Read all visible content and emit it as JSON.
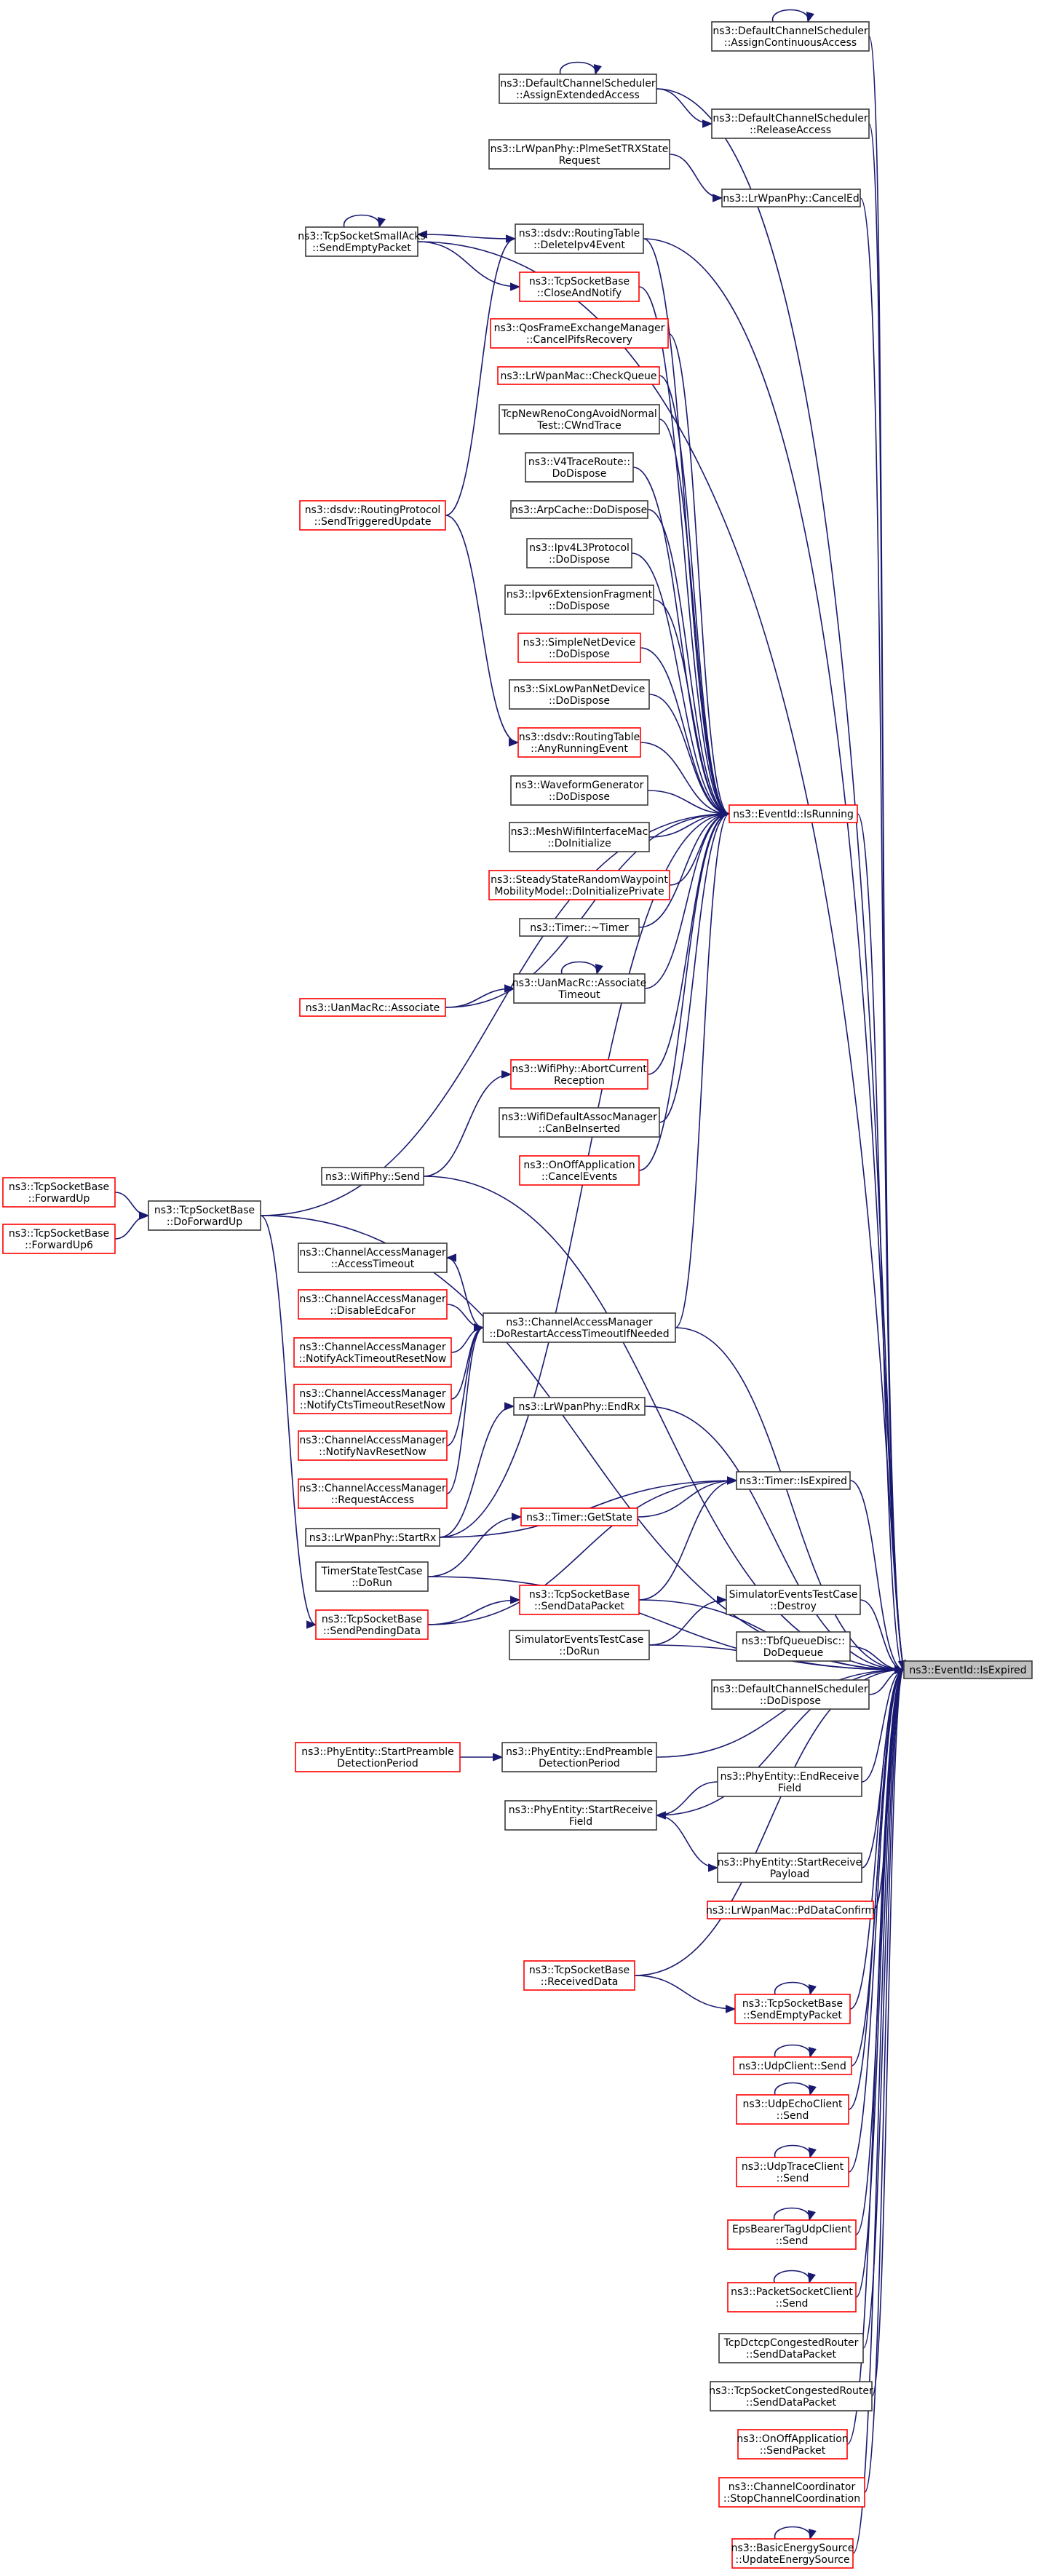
{
  "colors": {
    "edge": "#191970",
    "node_border": "#3a3a3a",
    "node_border_incomplete": "#ff0000",
    "target_fill": "#bfbfbf",
    "background": "#ffffff"
  },
  "diagram": {
    "type": "call-graph",
    "target": "ns3::EventId::IsExpired",
    "nodes": [
      {
        "id": "n_assign_cont",
        "lines": [
          "ns3::DefaultChannelScheduler",
          "::AssignContinuousAccess"
        ],
        "border": "black"
      },
      {
        "id": "n_assign_ext",
        "lines": [
          "ns3::DefaultChannelScheduler",
          "::AssignExtendedAccess"
        ],
        "border": "black"
      },
      {
        "id": "n_release",
        "lines": [
          "ns3::DefaultChannelScheduler",
          "::ReleaseAccess"
        ],
        "border": "black"
      },
      {
        "id": "n_plme",
        "lines": [
          "ns3::LrWpanPhy::PlmeSetTRXState",
          "Request"
        ],
        "border": "black"
      },
      {
        "id": "n_canceled",
        "lines": [
          "ns3::LrWpanPhy::CancelEd"
        ],
        "border": "black"
      },
      {
        "id": "n_smallacks",
        "lines": [
          "ns3::TcpSocketSmallAcks",
          "::SendEmptyPacket"
        ],
        "border": "black"
      },
      {
        "id": "n_deleteipv4",
        "lines": [
          "ns3::dsdv::RoutingTable",
          "::DeleteIpv4Event"
        ],
        "border": "black"
      },
      {
        "id": "n_closenotify",
        "lines": [
          "ns3::TcpSocketBase",
          "::CloseAndNotify"
        ],
        "border": "red"
      },
      {
        "id": "n_qos",
        "lines": [
          "ns3::QosFrameExchangeManager",
          "::CancelPifsRecovery"
        ],
        "border": "red"
      },
      {
        "id": "n_checkqueue",
        "lines": [
          "ns3::LrWpanMac::CheckQueue"
        ],
        "border": "red"
      },
      {
        "id": "n_cwnd",
        "lines": [
          "TcpNewRenoCongAvoidNormal",
          "Test::CWndTrace"
        ],
        "border": "black"
      },
      {
        "id": "n_v4trace",
        "lines": [
          "ns3::V4TraceRoute::",
          "DoDispose"
        ],
        "border": "black"
      },
      {
        "id": "n_arpcache",
        "lines": [
          "ns3::ArpCache::DoDispose"
        ],
        "border": "black"
      },
      {
        "id": "n_ipv4l3",
        "lines": [
          "ns3::Ipv4L3Protocol",
          "::DoDispose"
        ],
        "border": "black"
      },
      {
        "id": "n_ipv6ext",
        "lines": [
          "ns3::Ipv6ExtensionFragment",
          "::DoDispose"
        ],
        "border": "black"
      },
      {
        "id": "n_simplenet",
        "lines": [
          "ns3::SimpleNetDevice",
          "::DoDispose"
        ],
        "border": "red"
      },
      {
        "id": "n_sixlowpan",
        "lines": [
          "ns3::SixLowPanNetDevice",
          "::DoDispose"
        ],
        "border": "black"
      },
      {
        "id": "n_dsdvsend",
        "lines": [
          "ns3::dsdv::RoutingProtocol",
          "::SendTriggeredUpdate"
        ],
        "border": "red"
      },
      {
        "id": "n_anyrunning",
        "lines": [
          "ns3::dsdv::RoutingTable",
          "::AnyRunningEvent"
        ],
        "border": "red"
      },
      {
        "id": "n_isrunning",
        "lines": [
          "ns3::EventId::IsRunning"
        ],
        "border": "red"
      },
      {
        "id": "n_waveform",
        "lines": [
          "ns3::WaveformGenerator",
          "::DoDispose"
        ],
        "border": "black"
      },
      {
        "id": "n_meshwifi",
        "lines": [
          "ns3::MeshWifiInterfaceMac",
          "::DoInitialize"
        ],
        "border": "black"
      },
      {
        "id": "n_steadystate",
        "lines": [
          "ns3::SteadyStateRandomWaypoint",
          "MobilityModel::DoInitializePrivate"
        ],
        "border": "red"
      },
      {
        "id": "n_timerdtor",
        "lines": [
          "ns3::Timer::~Timer"
        ],
        "border": "black"
      },
      {
        "id": "n_uanassociate",
        "lines": [
          "ns3::UanMacRc::Associate"
        ],
        "border": "red"
      },
      {
        "id": "n_uantimeout",
        "lines": [
          "ns3::UanMacRc::Associate",
          "Timeout"
        ],
        "border": "black"
      },
      {
        "id": "n_wifiabort",
        "lines": [
          "ns3::WifiPhy::AbortCurrent",
          "Reception"
        ],
        "border": "red"
      },
      {
        "id": "n_wificanbe",
        "lines": [
          "ns3::WifiDefaultAssocManager",
          "::CanBeInserted"
        ],
        "border": "black"
      },
      {
        "id": "n_onoffcancel",
        "lines": [
          "ns3::OnOffApplication",
          "::CancelEvents"
        ],
        "border": "red"
      },
      {
        "id": "n_fwdup",
        "lines": [
          "ns3::TcpSocketBase",
          "::ForwardUp"
        ],
        "border": "red"
      },
      {
        "id": "n_fwdup6",
        "lines": [
          "ns3::TcpSocketBase",
          "::ForwardUp6"
        ],
        "border": "red"
      },
      {
        "id": "n_doforwardup",
        "lines": [
          "ns3::TcpSocketBase",
          "::DoForwardUp"
        ],
        "border": "black"
      },
      {
        "id": "n_wifisend",
        "lines": [
          "ns3::WifiPhy::Send"
        ],
        "border": "black"
      },
      {
        "id": "n_cam_access",
        "lines": [
          "ns3::ChannelAccessManager",
          "::AccessTimeout"
        ],
        "border": "black"
      },
      {
        "id": "n_cam_disable",
        "lines": [
          "ns3::ChannelAccessManager",
          "::DisableEdcaFor"
        ],
        "border": "red"
      },
      {
        "id": "n_cam_restart",
        "lines": [
          "ns3::ChannelAccessManager",
          "::DoRestartAccessTimeoutIfNeeded"
        ],
        "border": "black"
      },
      {
        "id": "n_cam_ack",
        "lines": [
          "ns3::ChannelAccessManager",
          "::NotifyAckTimeoutResetNow"
        ],
        "border": "red"
      },
      {
        "id": "n_cam_cts",
        "lines": [
          "ns3::ChannelAccessManager",
          "::NotifyCtsTimeoutResetNow"
        ],
        "border": "red"
      },
      {
        "id": "n_cam_nav",
        "lines": [
          "ns3::ChannelAccessManager",
          "::NotifyNavResetNow"
        ],
        "border": "red"
      },
      {
        "id": "n_cam_req",
        "lines": [
          "ns3::ChannelAccessManager",
          "::RequestAccess"
        ],
        "border": "red"
      },
      {
        "id": "n_endrx",
        "lines": [
          "ns3::LrWpanPhy::EndRx"
        ],
        "border": "black"
      },
      {
        "id": "n_startrx",
        "lines": [
          "ns3::LrWpanPhy::StartRx"
        ],
        "border": "black"
      },
      {
        "id": "n_timerexpired",
        "lines": [
          "ns3::Timer::IsExpired"
        ],
        "border": "black"
      },
      {
        "id": "n_timergetstate",
        "lines": [
          "ns3::Timer::GetState"
        ],
        "border": "red"
      },
      {
        "id": "n_timerstate",
        "lines": [
          "TimerStateTestCase",
          "::DoRun"
        ],
        "border": "black"
      },
      {
        "id": "n_senddatapkt",
        "lines": [
          "ns3::TcpSocketBase",
          "::SendDataPacket"
        ],
        "border": "red"
      },
      {
        "id": "n_sendpending",
        "lines": [
          "ns3::TcpSocketBase",
          "::SendPendingData"
        ],
        "border": "red"
      },
      {
        "id": "n_simdestroy",
        "lines": [
          "SimulatorEventsTestCase",
          "::Destroy"
        ],
        "border": "black"
      },
      {
        "id": "n_simdorun",
        "lines": [
          "SimulatorEventsTestCase",
          "::DoRun"
        ],
        "border": "black"
      },
      {
        "id": "n_tbf",
        "lines": [
          "ns3::TbfQueueDisc::",
          "DoDequeue"
        ],
        "border": "black"
      },
      {
        "id": "n_iseexpired",
        "lines": [
          "ns3::EventId::IsExpired"
        ],
        "border": "target"
      },
      {
        "id": "n_dcsdispose",
        "lines": [
          "ns3::DefaultChannelScheduler",
          "::DoDispose"
        ],
        "border": "black"
      },
      {
        "id": "n_startpreamble",
        "lines": [
          "ns3::PhyEntity::StartPreamble",
          "DetectionPeriod"
        ],
        "border": "red"
      },
      {
        "id": "n_endpreamble",
        "lines": [
          "ns3::PhyEntity::EndPreamble",
          "DetectionPeriod"
        ],
        "border": "black"
      },
      {
        "id": "n_endreceive",
        "lines": [
          "ns3::PhyEntity::EndReceive",
          "Field"
        ],
        "border": "black"
      },
      {
        "id": "n_startreceive",
        "lines": [
          "ns3::PhyEntity::StartReceive",
          "Field"
        ],
        "border": "black"
      },
      {
        "id": "n_startrecpay",
        "lines": [
          "ns3::PhyEntity::StartReceive",
          "Payload"
        ],
        "border": "black"
      },
      {
        "id": "n_pddataconfirm",
        "lines": [
          "ns3::LrWpanMac::PdDataConfirm"
        ],
        "border": "red"
      },
      {
        "id": "n_receiveddata",
        "lines": [
          "ns3::TcpSocketBase",
          "::ReceivedData"
        ],
        "border": "red"
      },
      {
        "id": "n_sendempty",
        "lines": [
          "ns3::TcpSocketBase",
          "::SendEmptyPacket"
        ],
        "border": "red"
      },
      {
        "id": "n_udpclient",
        "lines": [
          "ns3::UdpClient::Send"
        ],
        "border": "red"
      },
      {
        "id": "n_udpecho",
        "lines": [
          "ns3::UdpEchoClient",
          "::Send"
        ],
        "border": "red"
      },
      {
        "id": "n_udptrace",
        "lines": [
          "ns3::UdpTraceClient",
          "::Send"
        ],
        "border": "red"
      },
      {
        "id": "n_epsbearer",
        "lines": [
          "EpsBearerTagUdpClient",
          "::Send"
        ],
        "border": "red"
      },
      {
        "id": "n_packetsocket",
        "lines": [
          "ns3::PacketSocketClient",
          "::Send"
        ],
        "border": "red"
      },
      {
        "id": "n_dctcp",
        "lines": [
          "TcpDctcpCongestedRouter",
          "::SendDataPacket"
        ],
        "border": "black"
      },
      {
        "id": "n_tcpcongested",
        "lines": [
          "ns3::TcpSocketCongestedRouter",
          "::SendDataPacket"
        ],
        "border": "black"
      },
      {
        "id": "n_onoffsend",
        "lines": [
          "ns3::OnOffApplication",
          "::SendPacket"
        ],
        "border": "red"
      },
      {
        "id": "n_chancoord",
        "lines": [
          "ns3::ChannelCoordinator",
          "::StopChannelCoordination"
        ],
        "border": "red"
      },
      {
        "id": "n_basicenergy",
        "lines": [
          "ns3::BasicEnergySource",
          "::UpdateEnergySource"
        ],
        "border": "red"
      }
    ]
  }
}
